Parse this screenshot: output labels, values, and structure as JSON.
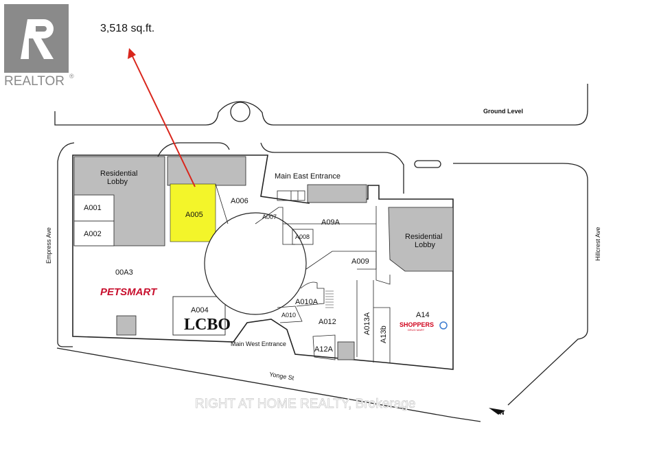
{
  "realtor_logo": {
    "text": "REALTOR",
    "mark": "®",
    "color": "#8a8a8a"
  },
  "area_label": "3,518 sq.ft.",
  "map": {
    "level": "Ground Level",
    "entrances": {
      "east": "Main East Entrance",
      "west": "Main West Entrance"
    },
    "streets": {
      "west": "Empress Ave",
      "east": "Hillcrest Ave",
      "south": "Yonge St"
    },
    "units": {
      "a001": "A001",
      "a002": "A002",
      "a005": "A005",
      "a006": "A006",
      "a007": "A007",
      "a008": "A008",
      "a09a": "A09A",
      "a009": "A009",
      "oa3": "00A3",
      "a004": "A004",
      "a010a": "A010A",
      "a010": "A010",
      "a012": "A012",
      "a013a": "A013A",
      "a13b": "A13b",
      "a14": "A14",
      "a12a": "A12A"
    },
    "lobbies": {
      "west": [
        "Residential",
        "Lobby"
      ],
      "east": [
        "Residential",
        "Lobby"
      ]
    },
    "tenants": {
      "petsmart": "PETSMART",
      "lcbo": "LCBO",
      "shoppers": "SHOPPERS",
      "shoppers_sub": "DRUG MART"
    },
    "north_arrow_letter": "N",
    "colors": {
      "highlight": "#f3f52a",
      "arrow": "#d9261c",
      "gray_fill": "#bdbdbd",
      "outline": "#222222"
    }
  },
  "watermark": "RIGHT AT HOME REALTY, Brokerage"
}
